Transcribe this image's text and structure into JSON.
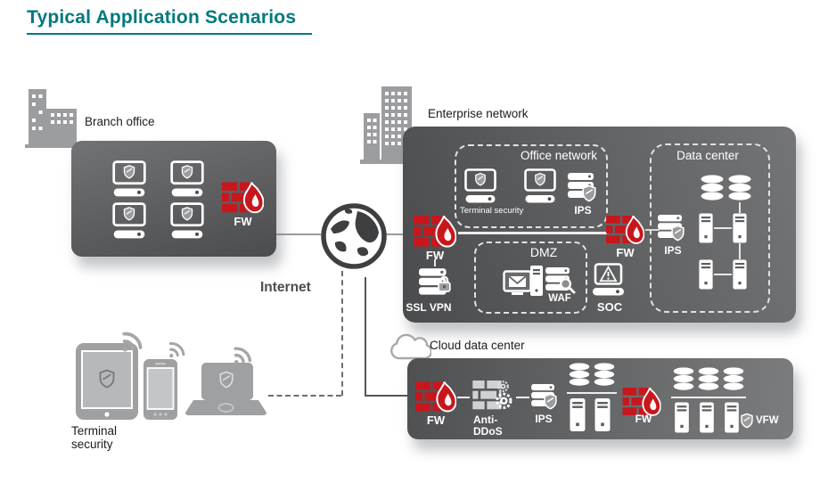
{
  "title": "Typical Application Scenarios",
  "colors": {
    "accent_teal": "#00797D",
    "firewall_red": "#C8161D",
    "panel_gray": "#58595B",
    "text_dark": "#1C1C1C"
  },
  "branch": {
    "label": "Branch office",
    "fw": "FW"
  },
  "internet": {
    "label": "Internet"
  },
  "enterprise": {
    "label": "Enterprise network",
    "fw_left": "FW",
    "fw_right": "FW",
    "ssl_vpn": "SSL VPN",
    "soc": "SOC",
    "office": {
      "label": "Office network",
      "terminal": "Terminal security",
      "ips": "IPS"
    },
    "dmz": {
      "label": "DMZ",
      "waf": "WAF"
    },
    "datacenter": {
      "label": "Data center",
      "ips": "IPS"
    }
  },
  "cloud": {
    "label": "Cloud data center",
    "fw_edge": "FW",
    "anti_ddos_line1": "Anti-",
    "anti_ddos_line2": "DDoS",
    "ips": "IPS",
    "fw_inner": "FW",
    "vfw": "VFW"
  },
  "terminal": {
    "line1": "Terminal",
    "line2": "security"
  }
}
